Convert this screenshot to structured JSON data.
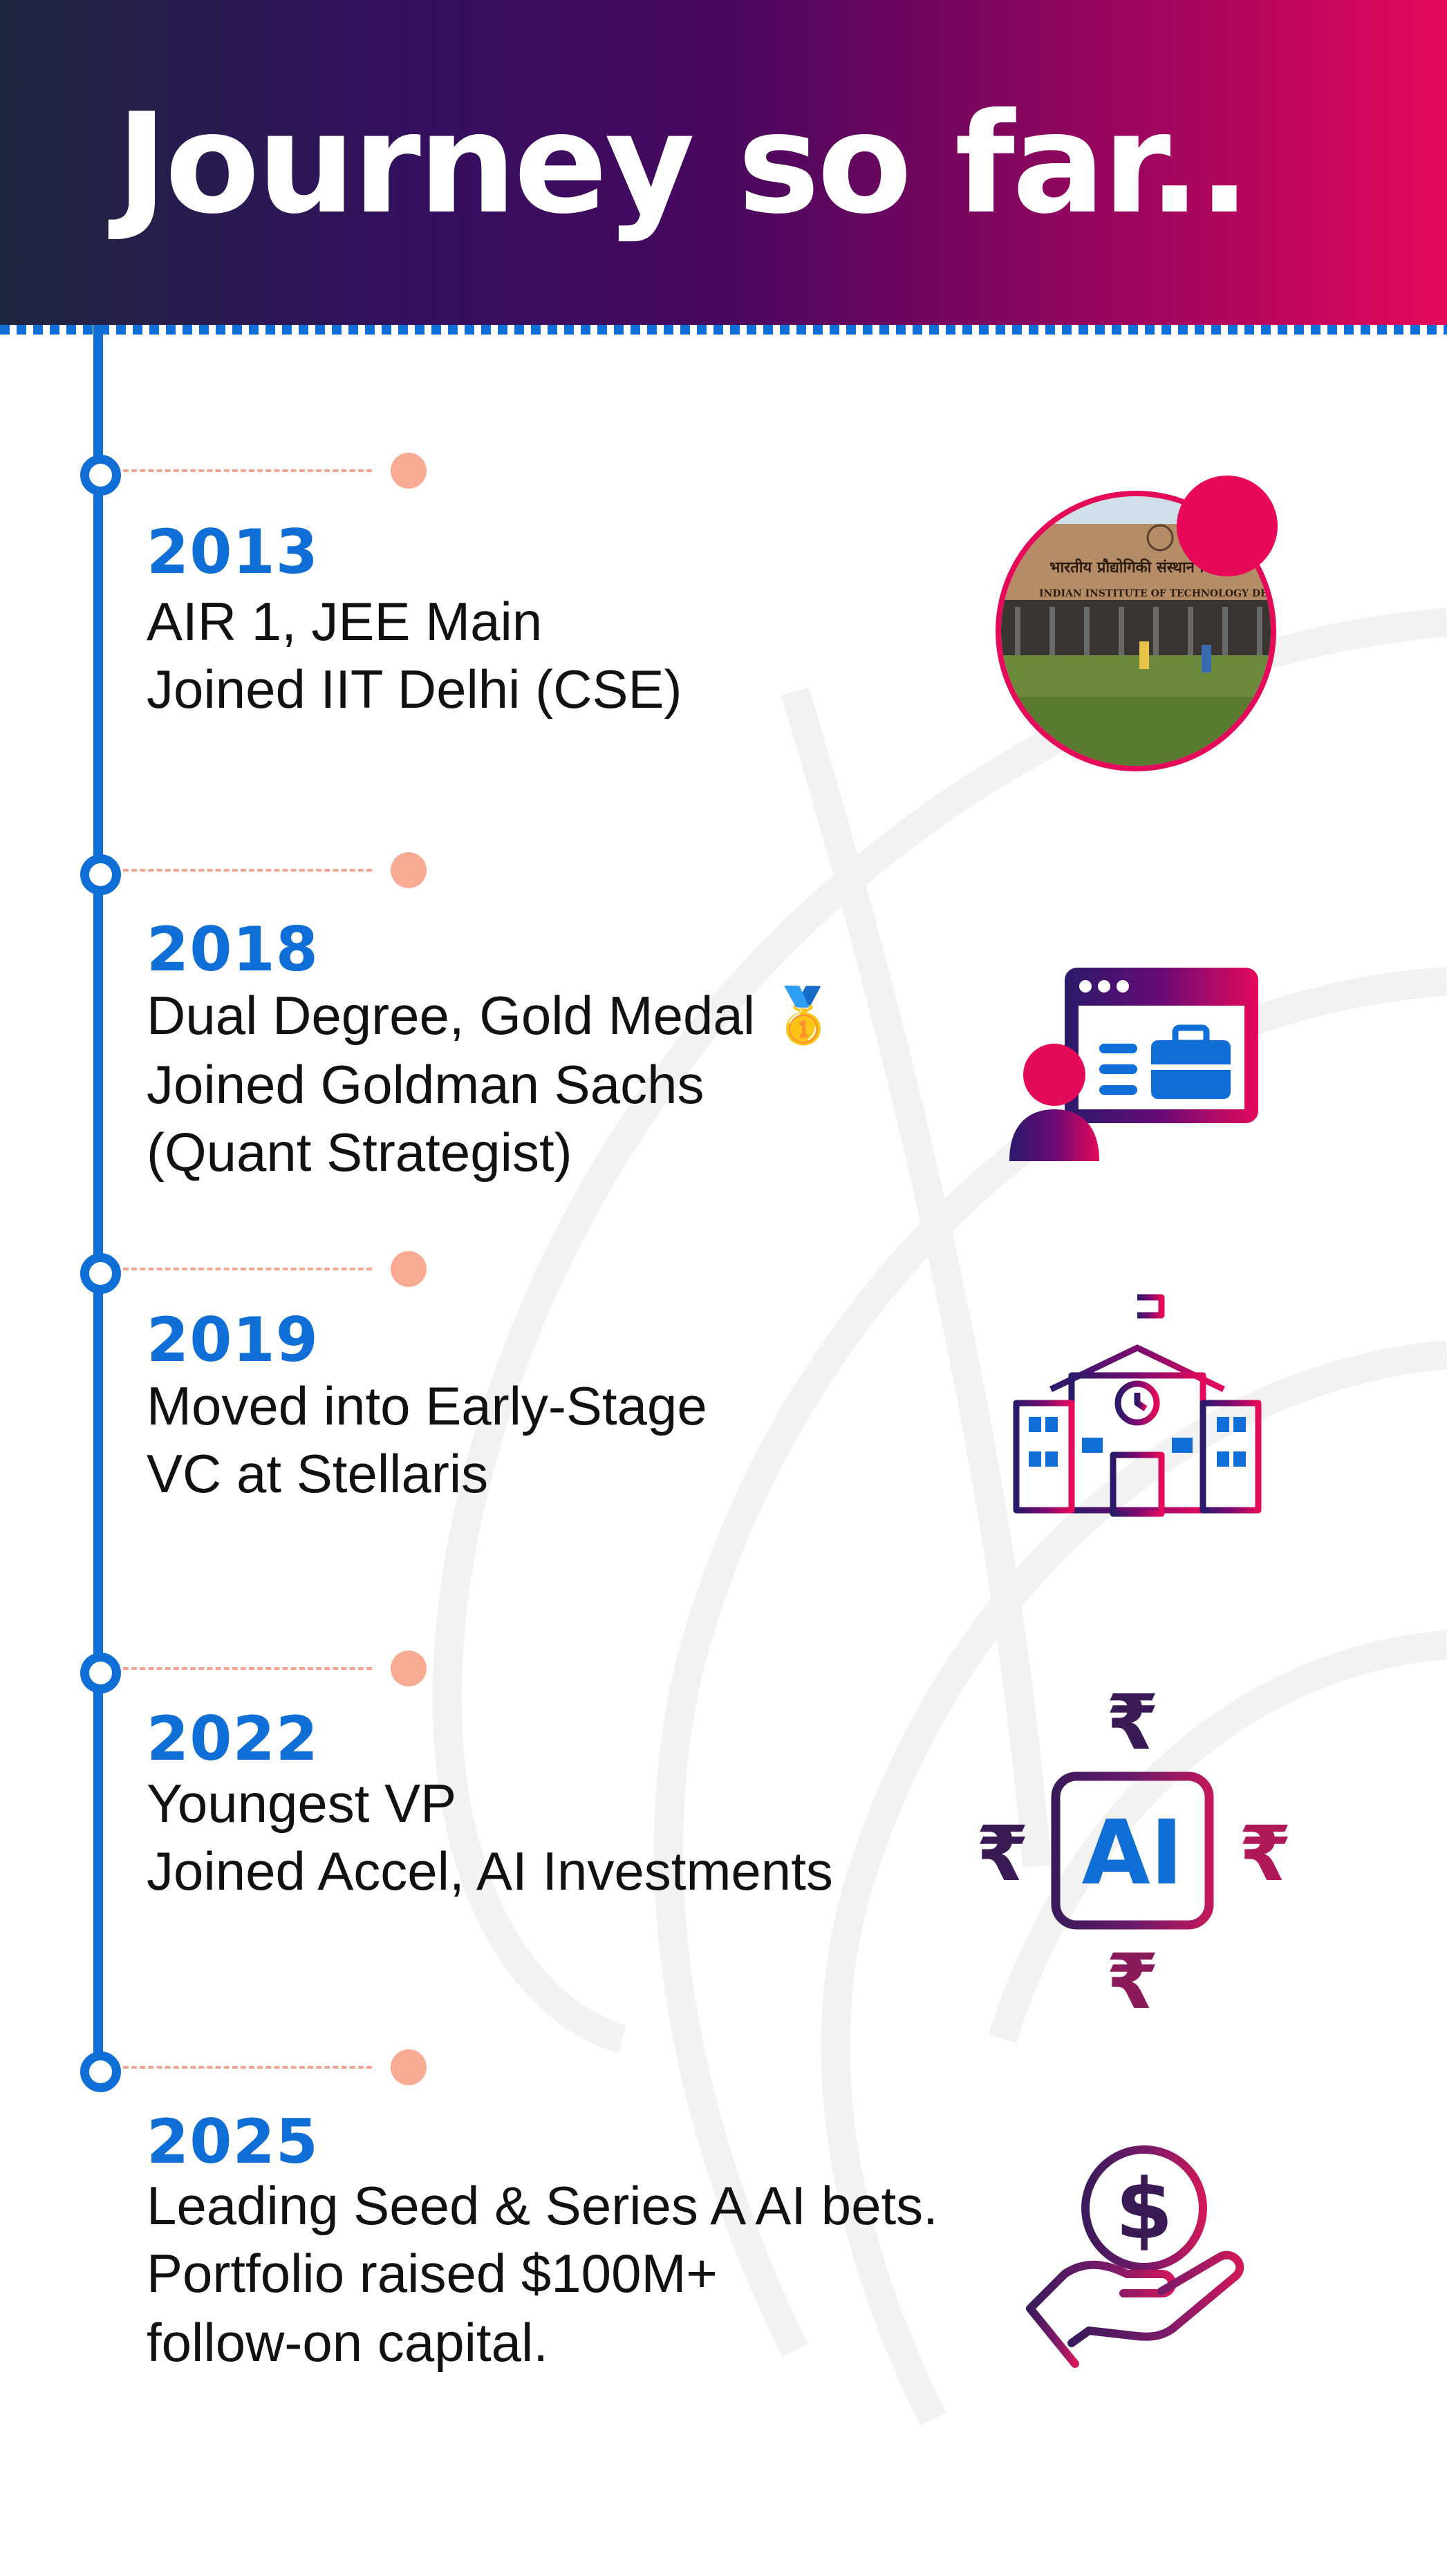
{
  "header": {
    "title": "Journey so far.."
  },
  "colors": {
    "accent_blue": "#0f6fd6",
    "brand_pink": "#e5095a",
    "brand_purple": "#48075e",
    "connector_peach": "#f8ab92"
  },
  "timeline": [
    {
      "year": "2013",
      "lines": [
        "AIR 1, JEE Main",
        "Joined IIT Delhi (CSE)"
      ],
      "icon": "iit-delhi-photo"
    },
    {
      "year": "2018",
      "lines": [
        "Dual Degree, Gold Medal 🥇",
        "Joined Goldman Sachs",
        "(Quant Strategist)"
      ],
      "icon": "job-profile-icon"
    },
    {
      "year": "2019",
      "lines": [
        "Moved into Early-Stage",
        "VC at Stellaris"
      ],
      "icon": "school-building-icon"
    },
    {
      "year": "2022",
      "lines": [
        "Youngest VP",
        "Joined Accel, AI Investments"
      ],
      "icon": "ai-rupee-icon"
    },
    {
      "year": "2025",
      "lines": [
        "Leading Seed & Series A AI bets.",
        "Portfolio raised $100M+",
        "follow-on capital."
      ],
      "icon": "money-hand-icon"
    }
  ],
  "photo": {
    "sign_hindi": "भारतीय प्रौद्योगिकी संस्थान दिल्ली",
    "sign_english": "INDIAN INSTITUTE OF TECHNOLOGY DELHI"
  },
  "ai_icon": {
    "label": "AI",
    "currency_symbol": "₹"
  },
  "money_icon": {
    "symbol": "$"
  }
}
